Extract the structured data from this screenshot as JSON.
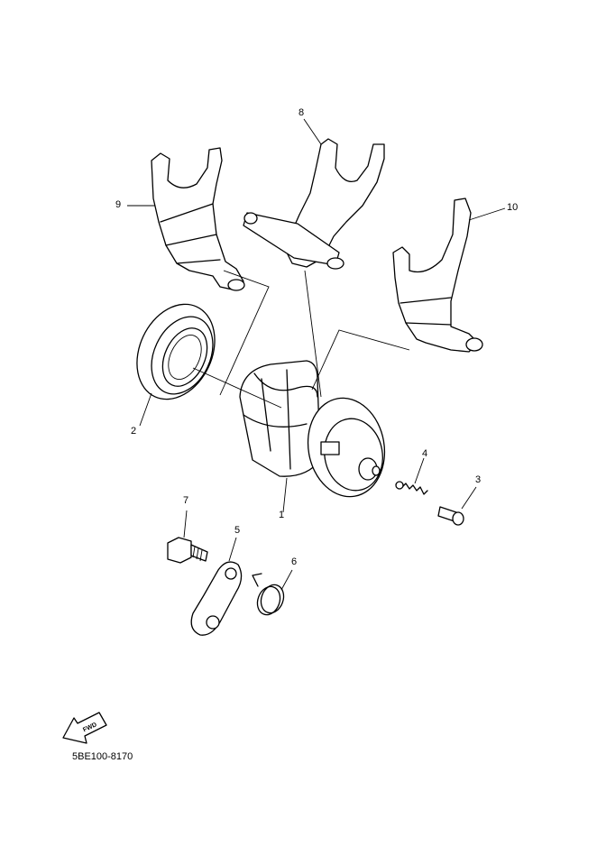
{
  "callouts": {
    "c1": "1",
    "c2": "2",
    "c3": "3",
    "c4": "4",
    "c5": "5",
    "c6": "6",
    "c7": "7",
    "c8": "8",
    "c9": "9",
    "c10": "10"
  },
  "fwd_label": "FWD",
  "diagram_code": "5BE100-8170"
}
